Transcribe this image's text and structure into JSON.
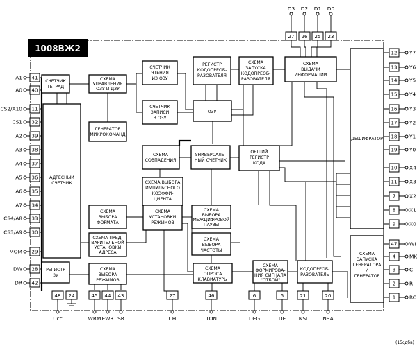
{
  "chip": {
    "name": "1008ВЖ2",
    "figure_id": "(15сдбв)"
  },
  "blocks": {
    "schetchik_tetrad": [
      "СЧЕТЧИК",
      "ТЕТРАД"
    ],
    "upravlenie_ozu": [
      "СХЕМА",
      "УПРАВЛЕНИЯ",
      "ОЗУ И ДЗУ"
    ],
    "schetchik_chteniya": [
      "СЧЕТЧИК",
      "ЧТЕНИЯ",
      "ИЗ ОЗУ"
    ],
    "registr_kodopreobr": [
      "РЕГИСТР",
      "КОДОПРЕОБ-",
      "РАЗОВАТЕЛЯ"
    ],
    "zapusk_kodopreobr": [
      "СХЕМА",
      "ЗАПУСКА",
      "КОДОПРЕОБ-",
      "РАЗОВАТЕЛЯ"
    ],
    "vydacha_info": [
      "СХЕМА",
      "ВЫДАЧИ",
      "ИНФОРМАЦИИ"
    ],
    "schetchik_zapisi": [
      "СЧЕТЧИК",
      "ЗАПИСИ",
      "В ОЗУ"
    ],
    "ozu": [
      "ОЗУ"
    ],
    "generator_mikrokomand": [
      "ГЕНЕРАТОР",
      "МИКРОКОМАНД"
    ],
    "adresnyi_schetchik": [
      "АДРЕСНЫЙ",
      "СЧЕТЧИК"
    ],
    "sovpadeniya": [
      "СХЕМА",
      "СОВПАДЕНИЯ"
    ],
    "universalnyi_schetchik": [
      "УНИВЕРСАЛЬ-",
      "НЫЙ СЧЕТЧИК"
    ],
    "obshchii_registr": [
      "ОБЩИЙ",
      "РЕГИСТР",
      "КОДА"
    ],
    "deshifrator": [
      "ДЕШИФРАТОР"
    ],
    "vybor_koeff": [
      "СХЕМА ВЫБОРА",
      "ИМПУЛЬСНОГО",
      "КОЭФФИ-",
      "ЦИЕНТА"
    ],
    "vybor_formata": [
      "СХЕМА",
      "ВЫБОРА",
      "ФОРМАТА"
    ],
    "ustanovka_rezhimov": [
      "СХЕМА",
      "УСТАНОВКИ",
      "РЕЖИМОВ"
    ],
    "vybor_pauzy": [
      "СХЕМА",
      "ВЫБОРА",
      "МЕЖЦИФРОВОЙ",
      "ПАУЗЫ"
    ],
    "predvaritelnaya": [
      "СХЕМА ПРЕД-",
      "ВАРИТЕЛЬНОЙ",
      "УСТАНОВКИ",
      "АДРЕСА"
    ],
    "vybor_chastoty": [
      "СХЕМА",
      "ВЫБОРА",
      "ЧАСТОТЫ"
    ],
    "zapusk_generatora": [
      "СХЕМА",
      "ЗАПУСКА",
      "ГЕНЕРАТОРА",
      "И",
      "ГЕНЕРАТОР"
    ],
    "registr_3u": [
      "РЕГИСТР",
      "3У"
    ],
    "vybor_rezhimov": [
      "СХЕМА",
      "ВЫБОРА",
      "РЕЖИМОВ"
    ],
    "opros_klaviatury": [
      "СХЕМА",
      "ОПРОСА",
      "КЛАВИАТУРЫ"
    ],
    "formirovanie_otboi": [
      "СХЕМА",
      "ФОРМИРОВА-",
      "НИЯ СИГНАЛА",
      "\"ОТБОЙ\""
    ],
    "kodopreobrazovatel": [
      "КОДОПРЕОБ-",
      "РАЗОВАТЕЛЬ"
    ]
  },
  "pins": {
    "left": [
      {
        "label": "A1",
        "num": "41"
      },
      {
        "label": "A0",
        "num": "40"
      },
      {
        "label": "CS2/A10",
        "num": "11"
      },
      {
        "label": "CS1",
        "num": "32"
      },
      {
        "label": "A2",
        "num": "39"
      },
      {
        "label": "A3",
        "num": "38"
      },
      {
        "label": "A4",
        "num": "37"
      },
      {
        "label": "A5",
        "num": "36"
      },
      {
        "label": "A6",
        "num": "35"
      },
      {
        "label": "A7",
        "num": "34"
      },
      {
        "label": "CS4/A8",
        "num": "33"
      },
      {
        "label": "CS3/A9",
        "num": "30"
      },
      {
        "label": "MOM",
        "num": "29"
      },
      {
        "label": "DW",
        "num": "28"
      },
      {
        "label": "DR",
        "num": "42"
      }
    ],
    "right": [
      {
        "label": "Y7",
        "num": "12"
      },
      {
        "label": "Y6",
        "num": "13"
      },
      {
        "label": "Y5",
        "num": "14"
      },
      {
        "label": "Y4",
        "num": "15"
      },
      {
        "label": "Y3",
        "num": "16"
      },
      {
        "label": "Y2",
        "num": "17"
      },
      {
        "label": "Y1",
        "num": "18"
      },
      {
        "label": "Y0",
        "num": "19"
      },
      {
        "label": "X4",
        "num": "10"
      },
      {
        "label": "X3",
        "num": "11"
      },
      {
        "label": "X2",
        "num": "7"
      },
      {
        "label": "X1",
        "num": "8"
      },
      {
        "label": "X0",
        "num": "9"
      },
      {
        "label": "WI",
        "num": "47"
      },
      {
        "label": "MK",
        "num": "4"
      },
      {
        "label": "C",
        "num": "3"
      },
      {
        "label": "R",
        "num": "2"
      },
      {
        "label": "RC",
        "num": "1"
      }
    ],
    "top": [
      {
        "label": "D3",
        "num": "27"
      },
      {
        "label": "D2",
        "num": "26"
      },
      {
        "label": "D1",
        "num": "25"
      },
      {
        "label": "D0",
        "num": "23"
      }
    ],
    "bottom": [
      {
        "label": "Ucc",
        "num": "48"
      },
      {
        "label": "",
        "num": "24"
      },
      {
        "label": "WRM",
        "num": "45"
      },
      {
        "label": "EWR",
        "num": "44"
      },
      {
        "label": "SR",
        "num": "43"
      },
      {
        "label": "CH",
        "num": "27"
      },
      {
        "label": "TON",
        "num": "46"
      },
      {
        "label": "DEG",
        "num": "6"
      },
      {
        "label": "DE",
        "num": "5"
      },
      {
        "label": "NSI",
        "num": "21"
      },
      {
        "label": "NSA",
        "num": "20"
      }
    ]
  }
}
